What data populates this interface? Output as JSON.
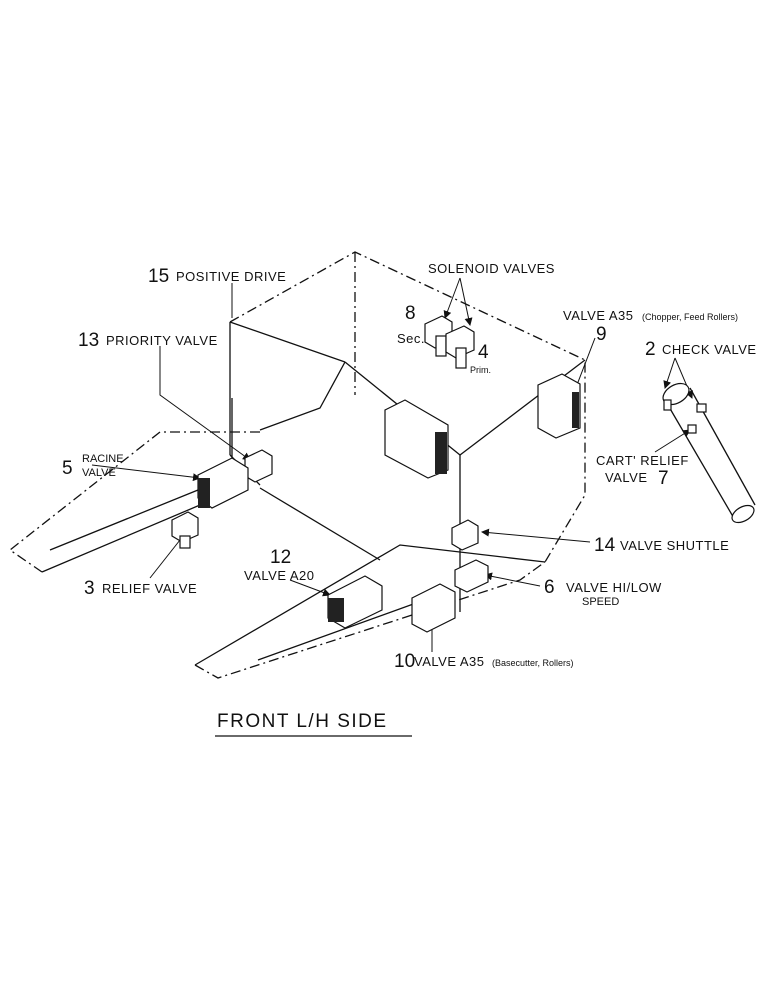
{
  "title": "FRONT L/H SIDE",
  "callouts": {
    "c15": {
      "num": "15",
      "text": "POSITIVE DRIVE"
    },
    "solenoid": {
      "text": "SOLENOID VALVES"
    },
    "c8": {
      "num": "8",
      "sub": "Sec."
    },
    "c4": {
      "num": "4",
      "sub": "Prim."
    },
    "c9": {
      "num": "9",
      "text": "VALVE A35",
      "note": "(Chopper, Feed Rollers)"
    },
    "c13": {
      "num": "13",
      "text": "PRIORITY VALVE"
    },
    "c2": {
      "num": "2",
      "text": "CHECK VALVE"
    },
    "c5": {
      "num": "5",
      "line1": "RACINE",
      "line2": "VALVE"
    },
    "c7": {
      "num": "7",
      "line1": "CART' RELIEF",
      "line2": "VALVE"
    },
    "c14": {
      "num": "14",
      "text": "VALVE SHUTTLE"
    },
    "c3": {
      "num": "3",
      "text": "RELIEF VALVE"
    },
    "c12": {
      "num": "12",
      "text": "VALVE A20"
    },
    "c6": {
      "num": "6",
      "line1": "VALVE HI/LOW",
      "line2": "SPEED"
    },
    "c10": {
      "num": "10",
      "text": "VALVE A35",
      "note": "(Basecutter, Rollers)"
    }
  }
}
